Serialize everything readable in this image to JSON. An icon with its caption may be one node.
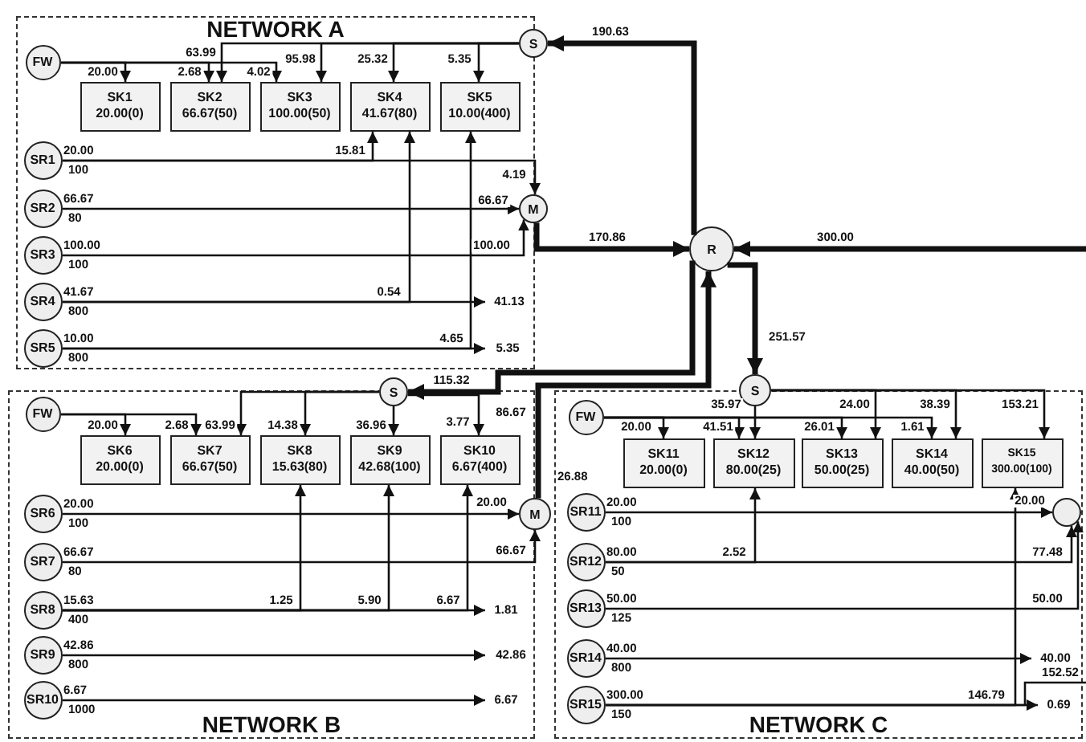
{
  "diagram": {
    "nodes": [
      {
        "text": [
          "NETWORK A"
        ]
      },
      {
        "text": [
          "FW"
        ],
        "in": 0
      },
      {
        "text": [
          "SK1",
          "20.00(0)"
        ],
        "in": 0
      },
      {
        "text": [
          "SK2",
          "66.67(50)"
        ],
        "in": 0
      },
      {
        "text": [
          "SK3",
          "100.00(50)"
        ],
        "in": 0
      },
      {
        "text": [
          "SK4",
          "41.67(80)"
        ],
        "in": 0
      },
      {
        "text": [
          "SK5",
          "10.00(400)"
        ],
        "in": 0
      },
      {
        "text": [
          "SR1"
        ],
        "in": 0,
        "beside": [
          "20.00",
          "100"
        ]
      },
      {
        "text": [
          "SR2"
        ],
        "in": 0,
        "beside": [
          "66.67",
          "80"
        ]
      },
      {
        "text": [
          "SR3"
        ],
        "in": 0,
        "beside": [
          "100.00",
          "100"
        ]
      },
      {
        "text": [
          "SR4"
        ],
        "in": 0,
        "beside": [
          "41.67",
          "800"
        ]
      },
      {
        "text": [
          "SR5"
        ],
        "in": 0,
        "beside": [
          "10.00",
          "800"
        ]
      },
      {
        "text": [
          "S"
        ]
      },
      {
        "text": [
          "M"
        ]
      },
      {
        "text": [
          "R"
        ]
      },
      {
        "text": [
          "NETWORK B"
        ]
      },
      {
        "text": [
          "FW"
        ],
        "in": 15
      },
      {
        "text": [
          "SK6",
          "20.00(0)"
        ],
        "in": 15
      },
      {
        "text": [
          "SK7",
          "66.67(50)"
        ],
        "in": 15
      },
      {
        "text": [
          "SK8",
          "15.63(80)"
        ],
        "in": 15
      },
      {
        "text": [
          "SK9",
          "42.68(100)"
        ],
        "in": 15
      },
      {
        "text": [
          "SK10",
          "6.67(400)"
        ],
        "in": 15
      },
      {
        "text": [
          "SR6"
        ],
        "in": 15,
        "beside": [
          "20.00",
          "100"
        ]
      },
      {
        "text": [
          "SR7"
        ],
        "in": 15,
        "beside": [
          "66.67",
          "80"
        ]
      },
      {
        "text": [
          "SR8"
        ],
        "in": 15,
        "beside": [
          "15.63",
          "400"
        ]
      },
      {
        "text": [
          "SR9"
        ],
        "in": 15,
        "beside": [
          "42.86",
          "800"
        ]
      },
      {
        "text": [
          "SR10"
        ],
        "in": 15,
        "beside": [
          "6.67",
          "1000"
        ]
      },
      {
        "text": [
          "S"
        ]
      },
      {
        "text": [
          "M"
        ]
      },
      {
        "text": [
          "NETWORK C"
        ]
      },
      {
        "text": [
          "FW"
        ],
        "in": 29
      },
      {
        "text": [
          "SK11",
          "20.00(0)"
        ],
        "in": 29
      },
      {
        "text": [
          "SK12",
          "80.00(25)"
        ],
        "in": 29
      },
      {
        "text": [
          "SK13",
          "50.00(25)"
        ],
        "in": 29
      },
      {
        "text": [
          "SK14",
          "40.00(50)"
        ],
        "in": 29
      },
      {
        "text": [
          "SK15",
          "300.00(100)"
        ],
        "in": 29
      },
      {
        "text": [
          "SR11"
        ],
        "in": 29,
        "beside": [
          "20.00",
          "100"
        ]
      },
      {
        "text": [
          "SR12"
        ],
        "in": 29,
        "beside": [
          "80.00",
          "50"
        ]
      },
      {
        "text": [
          "SR13"
        ],
        "in": 29,
        "beside": [
          "50.00",
          "125"
        ]
      },
      {
        "text": [
          "SR14"
        ],
        "in": 29,
        "beside": [
          "40.00",
          "800"
        ]
      },
      {
        "text": [
          "SR15"
        ],
        "in": 29,
        "beside": [
          "300.00",
          "150"
        ]
      },
      {
        "text": [
          "S"
        ]
      },
      {
        "text": [],
        "shape": "circle",
        "in": 29
      }
    ],
    "edges": [
      {
        "from": 1,
        "to": 2,
        "arrow": "to",
        "label": "20.00"
      },
      {
        "from": 1,
        "to": 3,
        "arrow": "to",
        "label": "2.68"
      },
      {
        "from": 1,
        "to": 4,
        "arrow": "to",
        "label": "4.02"
      },
      {
        "from": 12,
        "to": 3,
        "arrow": "to",
        "label": "63.99"
      },
      {
        "from": 12,
        "to": 4,
        "arrow": "to",
        "label": "95.98"
      },
      {
        "from": 12,
        "to": 5,
        "arrow": "to",
        "label": "25.32"
      },
      {
        "from": 12,
        "to": 6,
        "arrow": "to",
        "label": "5.35"
      },
      {
        "from": 7,
        "to": 5,
        "arrow": "to",
        "label": "15.81"
      },
      {
        "from": 7,
        "to": 13,
        "arrow": "to",
        "label": "4.19"
      },
      {
        "from": 8,
        "to": 13,
        "arrow": "to",
        "label": "66.67"
      },
      {
        "from": 9,
        "to": 13,
        "arrow": "to",
        "label": "100.00"
      },
      {
        "from": 10,
        "to": 5,
        "arrow": "to",
        "label": "0.54"
      },
      {
        "from": 10,
        "to": null,
        "arrow": "to",
        "label": "41.13"
      },
      {
        "from": 11,
        "to": 6,
        "arrow": "to",
        "label": "4.65"
      },
      {
        "from": 11,
        "to": null,
        "arrow": "to",
        "label": "5.35"
      },
      {
        "from": 13,
        "to": 14,
        "arrow": "to",
        "label": "170.86",
        "style": "thick"
      },
      {
        "from": 14,
        "to": 12,
        "arrow": "to",
        "label": "190.63",
        "style": "thick"
      },
      {
        "from": null,
        "to": 14,
        "arrow": "to",
        "label": "300.00",
        "style": "thick"
      },
      {
        "from": 14,
        "to": 41,
        "arrow": "to",
        "label": "251.57",
        "style": "thick"
      },
      {
        "from": 28,
        "to": 14,
        "arrow": "to",
        "label": "86.67",
        "style": "thick"
      },
      {
        "from": 14,
        "to": 27,
        "arrow": "to",
        "label": "115.32",
        "style": "thick"
      },
      {
        "from": 16,
        "to": 17,
        "arrow": "to",
        "label": "20.00"
      },
      {
        "from": 16,
        "to": 18,
        "arrow": "to",
        "label": "2.68"
      },
      {
        "from": 27,
        "to": 18,
        "arrow": "to",
        "label": "63.99"
      },
      {
        "from": 27,
        "to": 19,
        "arrow": "to",
        "label": "14.38"
      },
      {
        "from": 27,
        "to": 20,
        "arrow": "to",
        "label": "36.96"
      },
      {
        "from": 27,
        "to": 21,
        "arrow": "to",
        "label": "3.77"
      },
      {
        "from": 22,
        "to": 28,
        "arrow": "to",
        "label": "20.00"
      },
      {
        "from": 23,
        "to": 28,
        "arrow": "to",
        "label": "66.67"
      },
      {
        "from": 24,
        "to": 19,
        "arrow": "to",
        "label": "1.25"
      },
      {
        "from": 24,
        "to": 20,
        "arrow": "to",
        "label": "5.90"
      },
      {
        "from": 24,
        "to": 21,
        "arrow": "to",
        "label": "6.67"
      },
      {
        "from": 24,
        "to": null,
        "arrow": "to",
        "label": "1.81"
      },
      {
        "from": 25,
        "to": null,
        "arrow": "to",
        "label": "42.86"
      },
      {
        "from": 26,
        "to": null,
        "arrow": "to",
        "label": "6.67"
      },
      {
        "from": 30,
        "to": 31,
        "arrow": "to",
        "label": "20.00"
      },
      {
        "from": 30,
        "to": 32,
        "arrow": "to",
        "label": "41.51"
      },
      {
        "from": 30,
        "to": 33,
        "arrow": "to",
        "label": "26.01"
      },
      {
        "from": 30,
        "to": 34,
        "arrow": "to",
        "label": "1.61"
      },
      {
        "from": 41,
        "to": 32,
        "arrow": "to",
        "label": "35.97"
      },
      {
        "from": 41,
        "to": 33,
        "arrow": "to",
        "label": "24.00"
      },
      {
        "from": 41,
        "to": 34,
        "arrow": "to",
        "label": "38.39"
      },
      {
        "from": 41,
        "to": 35,
        "arrow": "to",
        "label": "153.21"
      },
      {
        "from": 36,
        "to": 42,
        "arrow": "to",
        "label": "20.00"
      },
      {
        "from": 37,
        "to": 32,
        "arrow": "to",
        "label": "2.52"
      },
      {
        "from": 37,
        "to": 42,
        "arrow": "to",
        "label": "77.48"
      },
      {
        "from": 38,
        "to": 42,
        "arrow": "to",
        "label": "50.00"
      },
      {
        "from": 39,
        "to": null,
        "arrow": "to",
        "label": "40.00"
      },
      {
        "from": 40,
        "to": 35,
        "arrow": "to",
        "label": "146.79"
      },
      {
        "from": 40,
        "to": null,
        "arrow": "to",
        "label": "0.69"
      },
      {
        "from": 40,
        "to": null,
        "arrow": "none",
        "label": "152.52"
      }
    ],
    "labels": [
      "26.88"
    ]
  }
}
